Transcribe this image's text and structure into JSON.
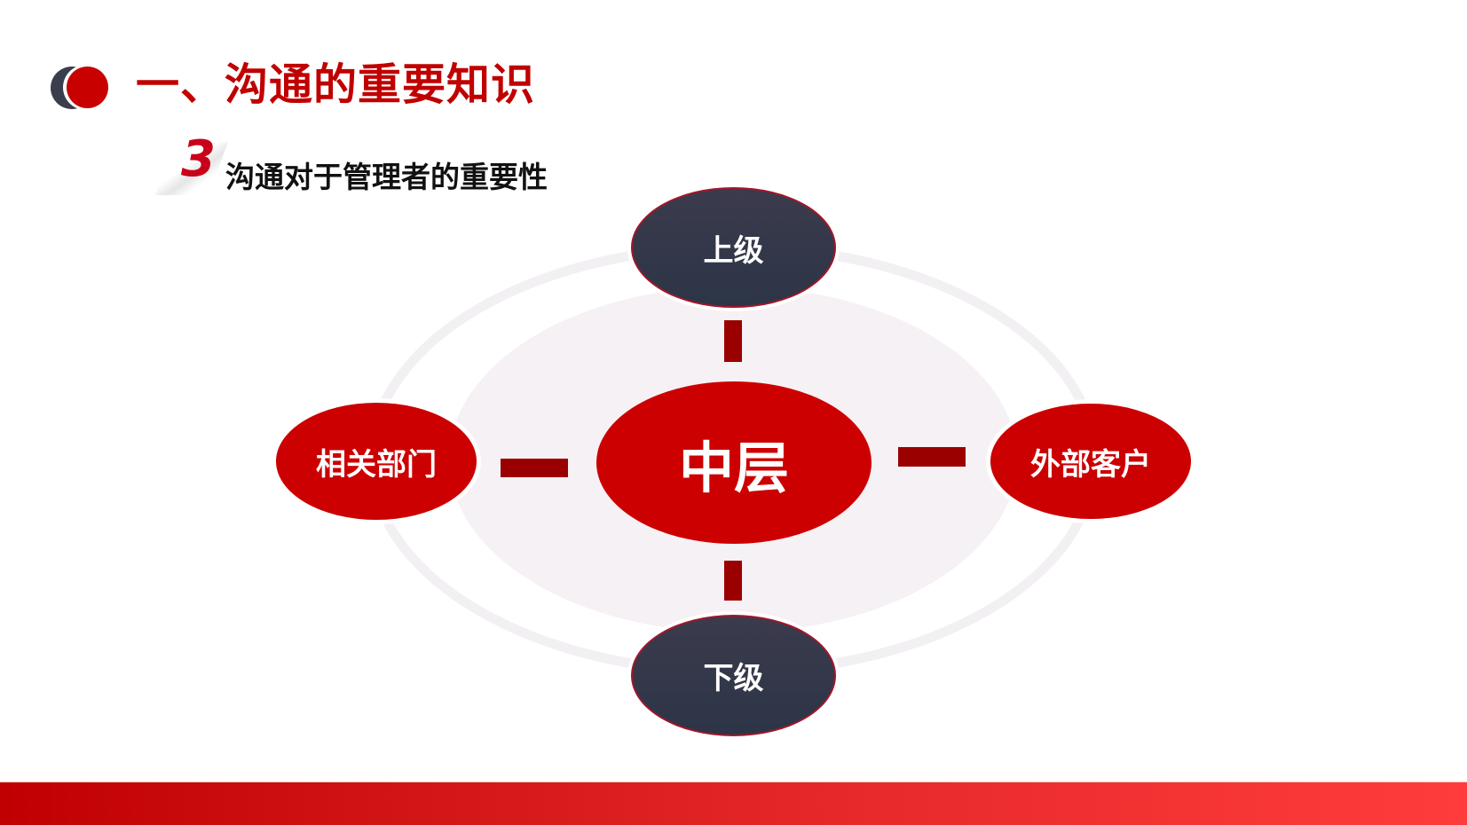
{
  "header": {
    "logo_icon": "two-overlapping-circles",
    "title": "一、沟通的重要知识",
    "section_number": "3",
    "subtitle": "沟通对于管理者的重要性"
  },
  "diagram": {
    "center": {
      "label": "中层",
      "color": "#cc0000"
    },
    "nodes": {
      "top": {
        "label": "上级",
        "color": "#2f3547"
      },
      "bottom": {
        "label": "下级",
        "color": "#2f3547"
      },
      "left": {
        "label": "相关部门",
        "color": "#cc0000"
      },
      "right": {
        "label": "外部客户",
        "color": "#cc0000"
      }
    },
    "connector_color": "#9b0000",
    "ring_color": "#f2f0f2",
    "inner_fill": "#f6f1f4"
  },
  "colors": {
    "title": "#c00000",
    "footer_start": "#c00000",
    "footer_end": "#ff3c3c"
  }
}
